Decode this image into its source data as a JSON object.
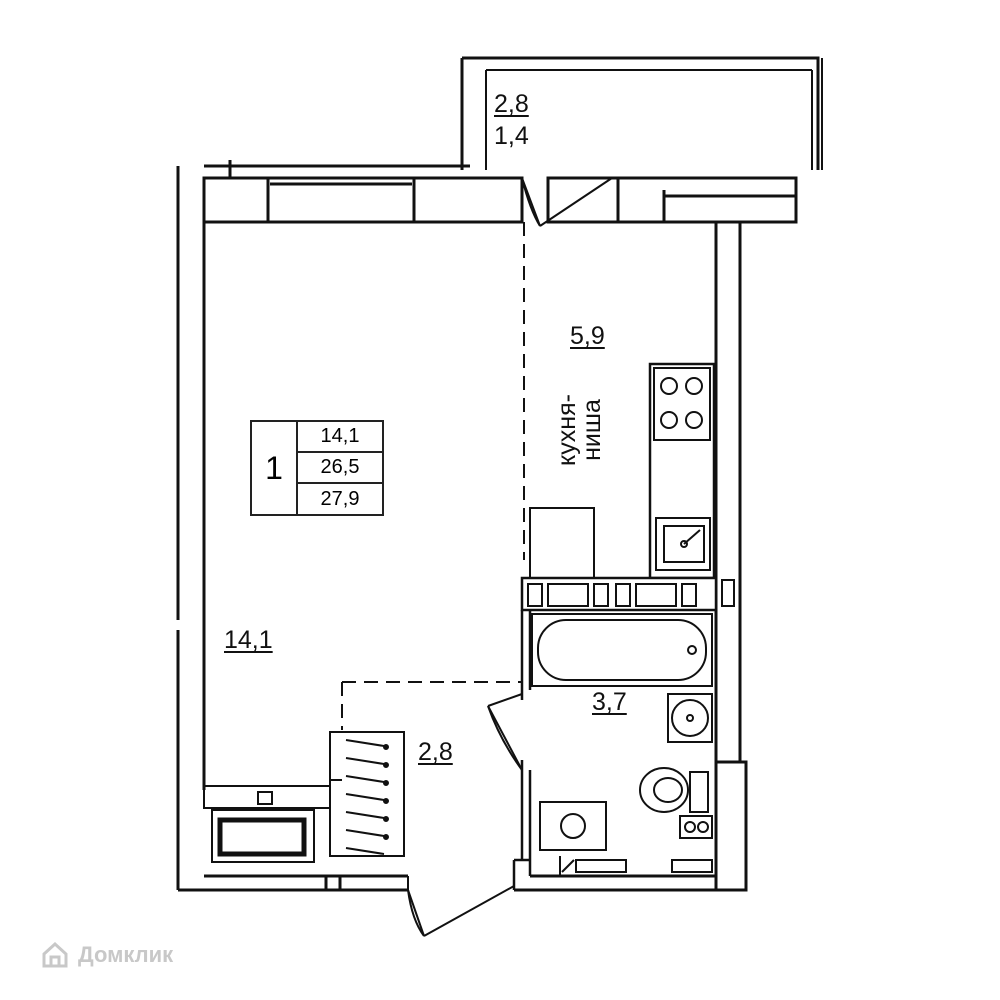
{
  "plan": {
    "legend": {
      "rooms": "1",
      "living_area": "14,1",
      "total_area": "26,5",
      "total_with_balcony": "27,9"
    },
    "rooms": {
      "balcony_area": "2,8",
      "balcony_coef_area": "1,4",
      "kitchen_area": "5,9",
      "kitchen_label": "кухня-\nниша",
      "living_area": "14,1",
      "bathroom_area": "3,7",
      "hall_area": "2,8"
    }
  },
  "watermark": {
    "brand": "Домклик",
    "icon": "house-logo-icon"
  }
}
